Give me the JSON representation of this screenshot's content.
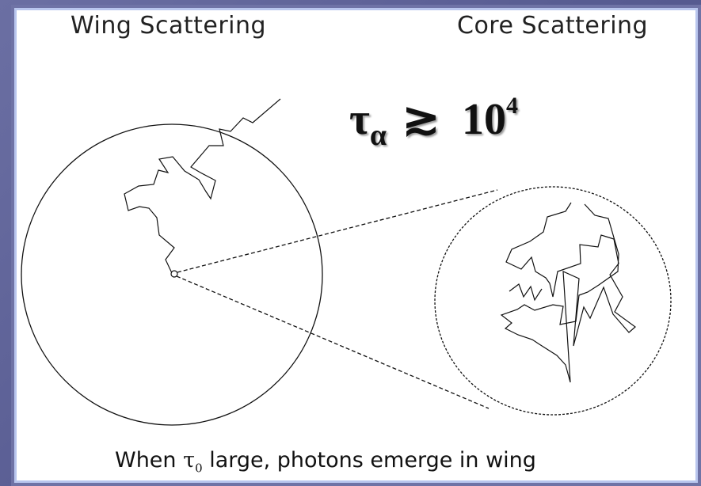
{
  "labels": {
    "wing": "Wing Scattering",
    "core": "Core Scattering"
  },
  "condition": {
    "symbol": "τ",
    "subscript": "α",
    "relation": "≳",
    "base": "10",
    "exponent": "4"
  },
  "caption": {
    "prefix": "When ",
    "symbol": "τ",
    "subscript": "0",
    "suffix": " large, photons emerge in wing"
  },
  "colors": {
    "background": "#585c92",
    "panel_border": "#b9c6ee",
    "line": "#111111"
  }
}
